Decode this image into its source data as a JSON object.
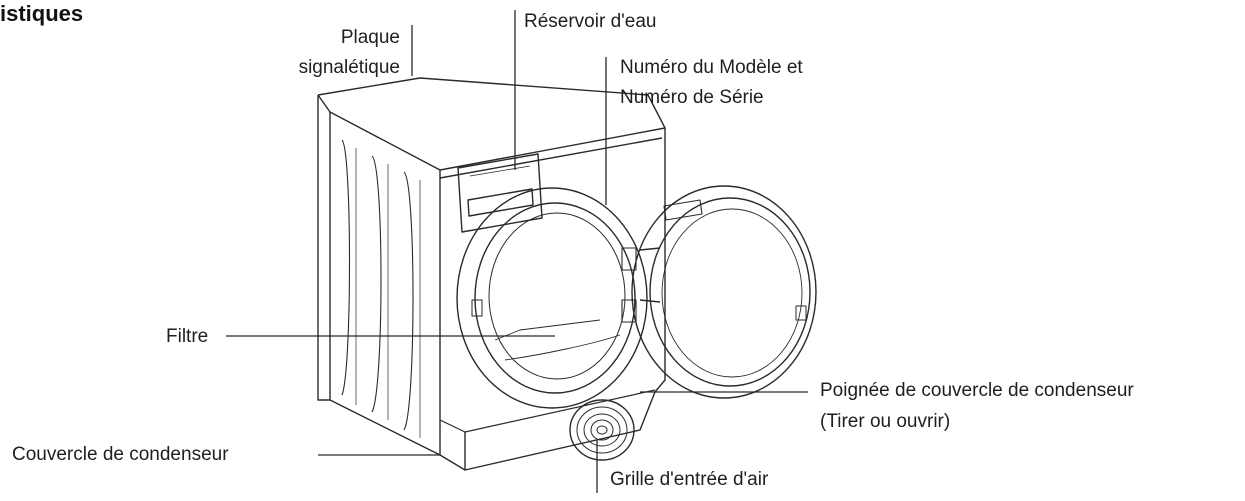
{
  "heading": "istiques",
  "labels": {
    "plaque_line1": "Plaque",
    "plaque_line2": "signalétique",
    "reservoir": "Réservoir d'eau",
    "numero_line1": "Numéro du Modèle et",
    "numero_line2": "Numéro de Série",
    "filtre": "Filtre",
    "poignee_line1": "Poignée de couvercle de condenseur",
    "poignee_line2": "(Tirer ou ouvrir)",
    "couvercle": "Couvercle de condenseur",
    "grille": "Grille d'entrée d'air"
  },
  "colors": {
    "line": "#2a2a2a",
    "text": "#1f1f1f"
  }
}
